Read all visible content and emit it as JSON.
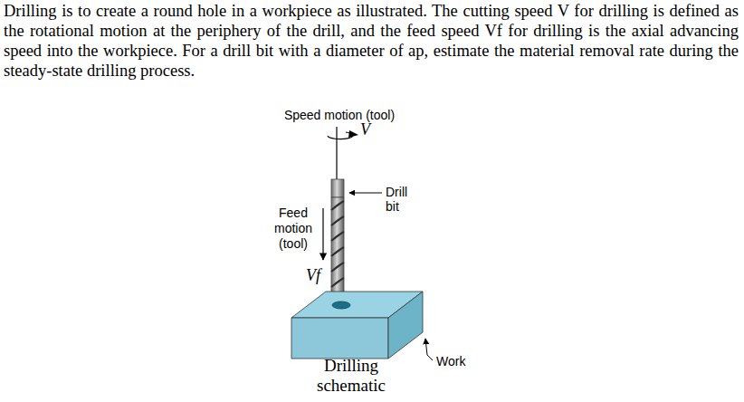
{
  "diagram": {
    "labels": [
      "Drilling is to create a round hole in a workpiece as illustrated. The cutting speed V for drilling is defined as the rotational motion at the periphery of the drill, and the feed speed Vf for drilling is the axial advancing speed into the workpiece. For a drill bit with a diameter of ap, estimate the material removal rate during the steady-state drilling process.",
      "Speed motion (tool)",
      "V",
      "Drill bit",
      "Feed motion (tool)",
      "Vf",
      "Work",
      "Drilling schematic"
    ]
  }
}
